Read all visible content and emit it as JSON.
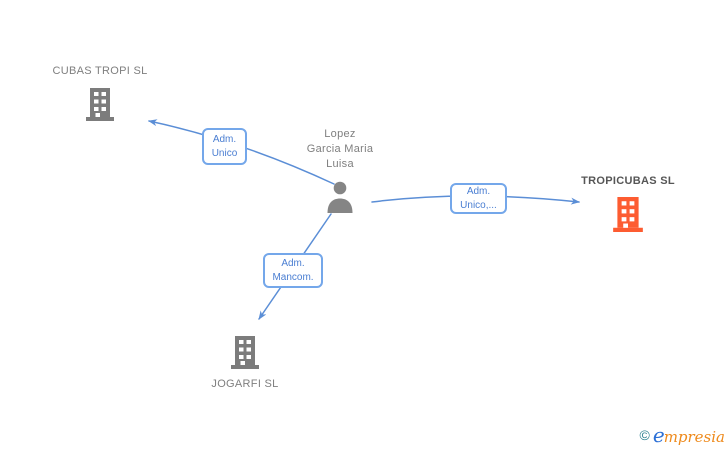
{
  "diagram": {
    "person": {
      "name": "Lopez Garcia Maria Luisa",
      "name_lines": [
        "Lopez",
        "Garcia Maria",
        "Luisa"
      ]
    },
    "companies": [
      {
        "id": "cubas-tropi",
        "name": "CUBAS TROPI SL",
        "icon": "building-icon",
        "color": "#7c7c7c"
      },
      {
        "id": "tropicubas",
        "name": "TROPICUBAS SL",
        "icon": "building-icon",
        "color": "#fd5c31",
        "highlighted": true
      },
      {
        "id": "jogarfi",
        "name": "JOGARFI SL",
        "icon": "building-icon",
        "color": "#7c7c7c"
      }
    ],
    "edges": [
      {
        "from": "person",
        "to": "cubas-tropi",
        "label": "Adm. Unico",
        "label_lines": [
          "Adm.",
          "Unico"
        ]
      },
      {
        "from": "person",
        "to": "tropicubas",
        "label": "Adm. Unico,...",
        "label_lines": [
          "Adm.",
          "Unico,..."
        ]
      },
      {
        "from": "person",
        "to": "jogarfi",
        "label": "Adm. Mancom.",
        "label_lines": [
          "Adm.",
          "Mancom."
        ]
      }
    ],
    "colors": {
      "edge_line": "#5b8ed6",
      "edge_box_border": "#74a7ea",
      "edge_box_text": "#4a7ed2",
      "label_gray": "#7f7f7f",
      "label_dark": "#565656",
      "building_gray": "#7c7c7c",
      "building_orange": "#fd5c31",
      "person_gray": "#858585"
    }
  },
  "footer": {
    "copyright_symbol": "©",
    "brand_e": "e",
    "brand_rest": "mpresia"
  }
}
